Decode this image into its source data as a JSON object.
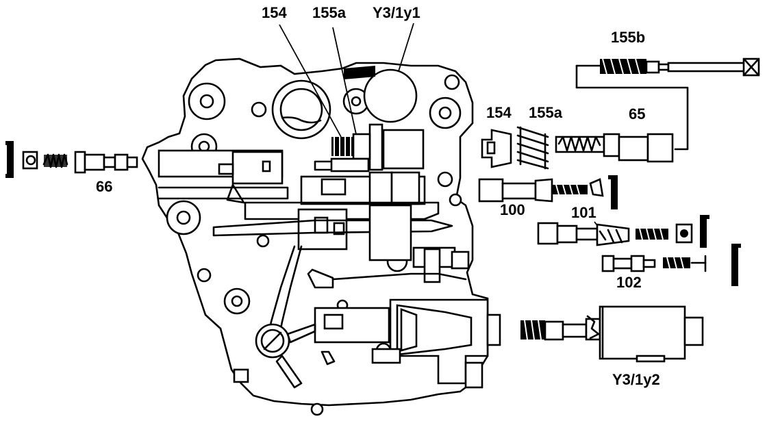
{
  "diagram": {
    "labels": {
      "l154_top": "154",
      "l155a_top": "155a",
      "ly3_1y1": "Y3/1y1",
      "l155b": "155b",
      "l154_right": "154",
      "l155a_right": "155a",
      "l65": "65",
      "l66": "66",
      "l100": "100",
      "l101": "101",
      "l102": "102",
      "ly3_1y2": "Y3/1y2"
    }
  }
}
